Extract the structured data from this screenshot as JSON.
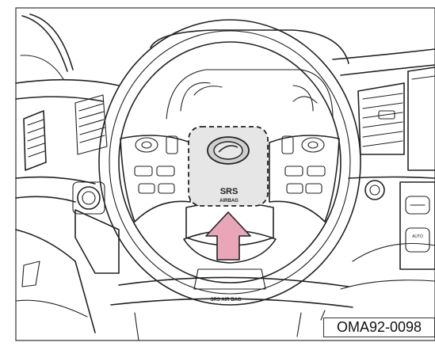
{
  "figure": {
    "code": "OMA92-0098",
    "airbag_cover_text": "SRS",
    "airbag_cover_subtext": "AIRBAG",
    "dash_text": "SRS AIR BAG",
    "vent_button_text": "AUTO"
  },
  "colors": {
    "arrow": "#e8a6b8",
    "airbag_zone": "#e6e6e6",
    "line": "#222222",
    "background": "#ffffff"
  }
}
